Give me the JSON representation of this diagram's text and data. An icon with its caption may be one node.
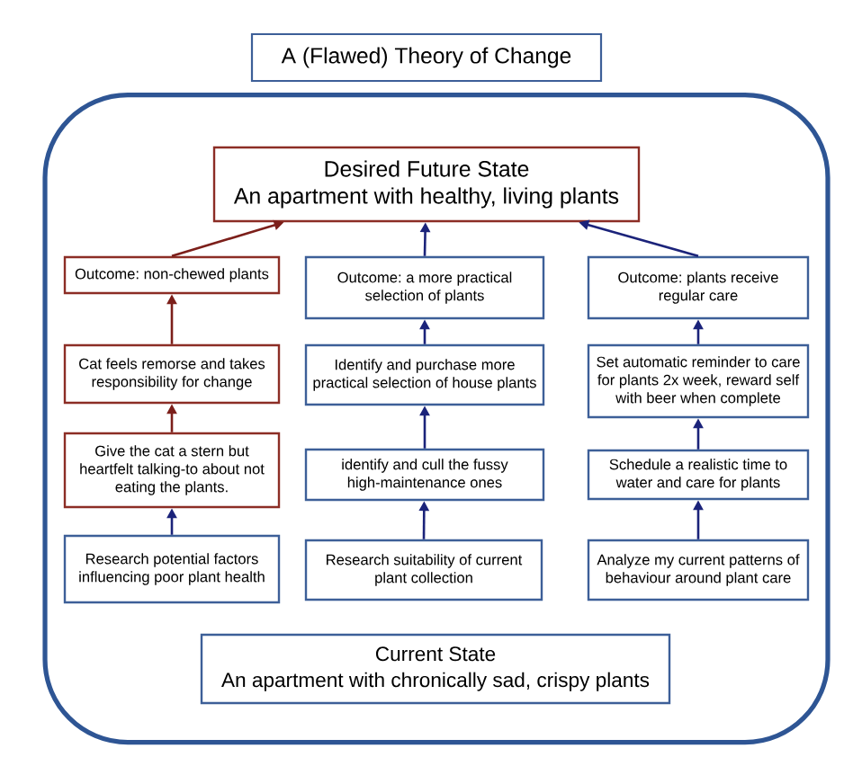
{
  "diagram": {
    "title": "A (Flawed) Theory of Change",
    "nodes": [
      {
        "text": [],
        "shape": "box"
      },
      {
        "text": [
          "Desired Future State",
          "An apartment with healthy, living plants"
        ],
        "in": 0
      },
      {
        "text": [
          "Outcome: non-chewed plants"
        ],
        "in": 0
      },
      {
        "text": [
          "Outcome: a more practical selection of plants"
        ],
        "in": 0
      },
      {
        "text": [
          "Outcome: plants receive regular care"
        ],
        "in": 0
      },
      {
        "text": [
          "Cat feels remorse and takes responsibility for change"
        ],
        "in": 0
      },
      {
        "text": [
          "Identify and purchase more practical selection of house plants"
        ],
        "in": 0
      },
      {
        "text": [
          "Set automatic reminder to care for plants 2x week, reward self with beer when complete"
        ],
        "in": 0
      },
      {
        "text": [
          "Give the cat a stern but heartfelt talking-to about not eating the plants."
        ],
        "in": 0
      },
      {
        "text": [
          "identify and cull the fussy high-maintenance ones"
        ],
        "in": 0
      },
      {
        "text": [
          "Schedule a realistic time to water and care for plants"
        ],
        "in": 0
      },
      {
        "text": [
          "Research potential factors influencing poor plant health"
        ],
        "in": 0
      },
      {
        "text": [
          "Research suitability of current plant collection"
        ],
        "in": 0
      },
      {
        "text": [
          "Analyze my current patterns of behaviour around plant care"
        ],
        "in": 0
      },
      {
        "text": [
          "Current State",
          "An apartment with chronically sad, crispy plants"
        ],
        "in": 0
      }
    ],
    "edges": [
      {
        "from": 11,
        "to": 8,
        "arrow": "to"
      },
      {
        "from": 8,
        "to": 5,
        "arrow": "to",
        "color": "#7c1f1a"
      },
      {
        "from": 5,
        "to": 2,
        "arrow": "to",
        "color": "#7c1f1a"
      },
      {
        "from": 2,
        "to": 1,
        "arrow": "to",
        "color": "#7c1f1a"
      },
      {
        "from": 12,
        "to": 9,
        "arrow": "to"
      },
      {
        "from": 9,
        "to": 6,
        "arrow": "to"
      },
      {
        "from": 6,
        "to": 3,
        "arrow": "to"
      },
      {
        "from": 3,
        "to": 1,
        "arrow": "to"
      },
      {
        "from": 13,
        "to": 10,
        "arrow": "to"
      },
      {
        "from": 10,
        "to": 7,
        "arrow": "to"
      },
      {
        "from": 7,
        "to": 4,
        "arrow": "to"
      },
      {
        "from": 4,
        "to": 1,
        "arrow": "to"
      }
    ]
  }
}
